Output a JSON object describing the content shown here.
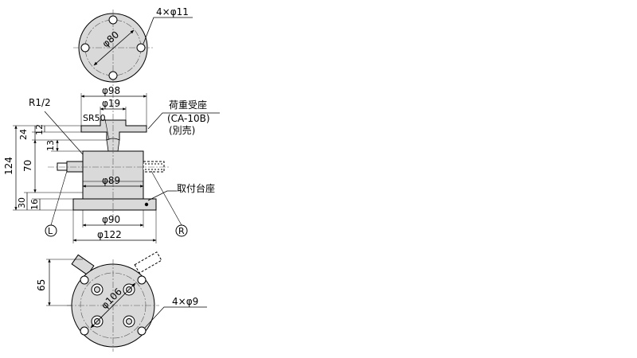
{
  "colors": {
    "body": "#d9d9d9",
    "line": "#000000",
    "center_line": "#555555"
  },
  "top_view": {
    "hole_label": "4×φ11",
    "pcd_label": "φ80"
  },
  "front_view": {
    "dim_phi98": "φ98",
    "dim_phi19": "φ19",
    "dim_sr50": "SR50",
    "dim_phi89": "φ89",
    "dim_phi90": "φ90",
    "dim_phi122": "φ122",
    "port_label": "R1/2",
    "load_seat_label": "荷重受座",
    "load_seat_model": "(CA-10B)",
    "load_seat_note": "(別売)",
    "mount_base_label": "取付台座",
    "dim_124": "124",
    "dim_70": "70",
    "dim_24": "24",
    "dim_12": "12",
    "dim_13": "13",
    "dim_30": "30",
    "dim_16": "16",
    "marker_left": "L",
    "marker_right": "R"
  },
  "bottom_view": {
    "dim_65": "65",
    "pcd_label": "φ106",
    "hole_label": "4×φ9"
  }
}
